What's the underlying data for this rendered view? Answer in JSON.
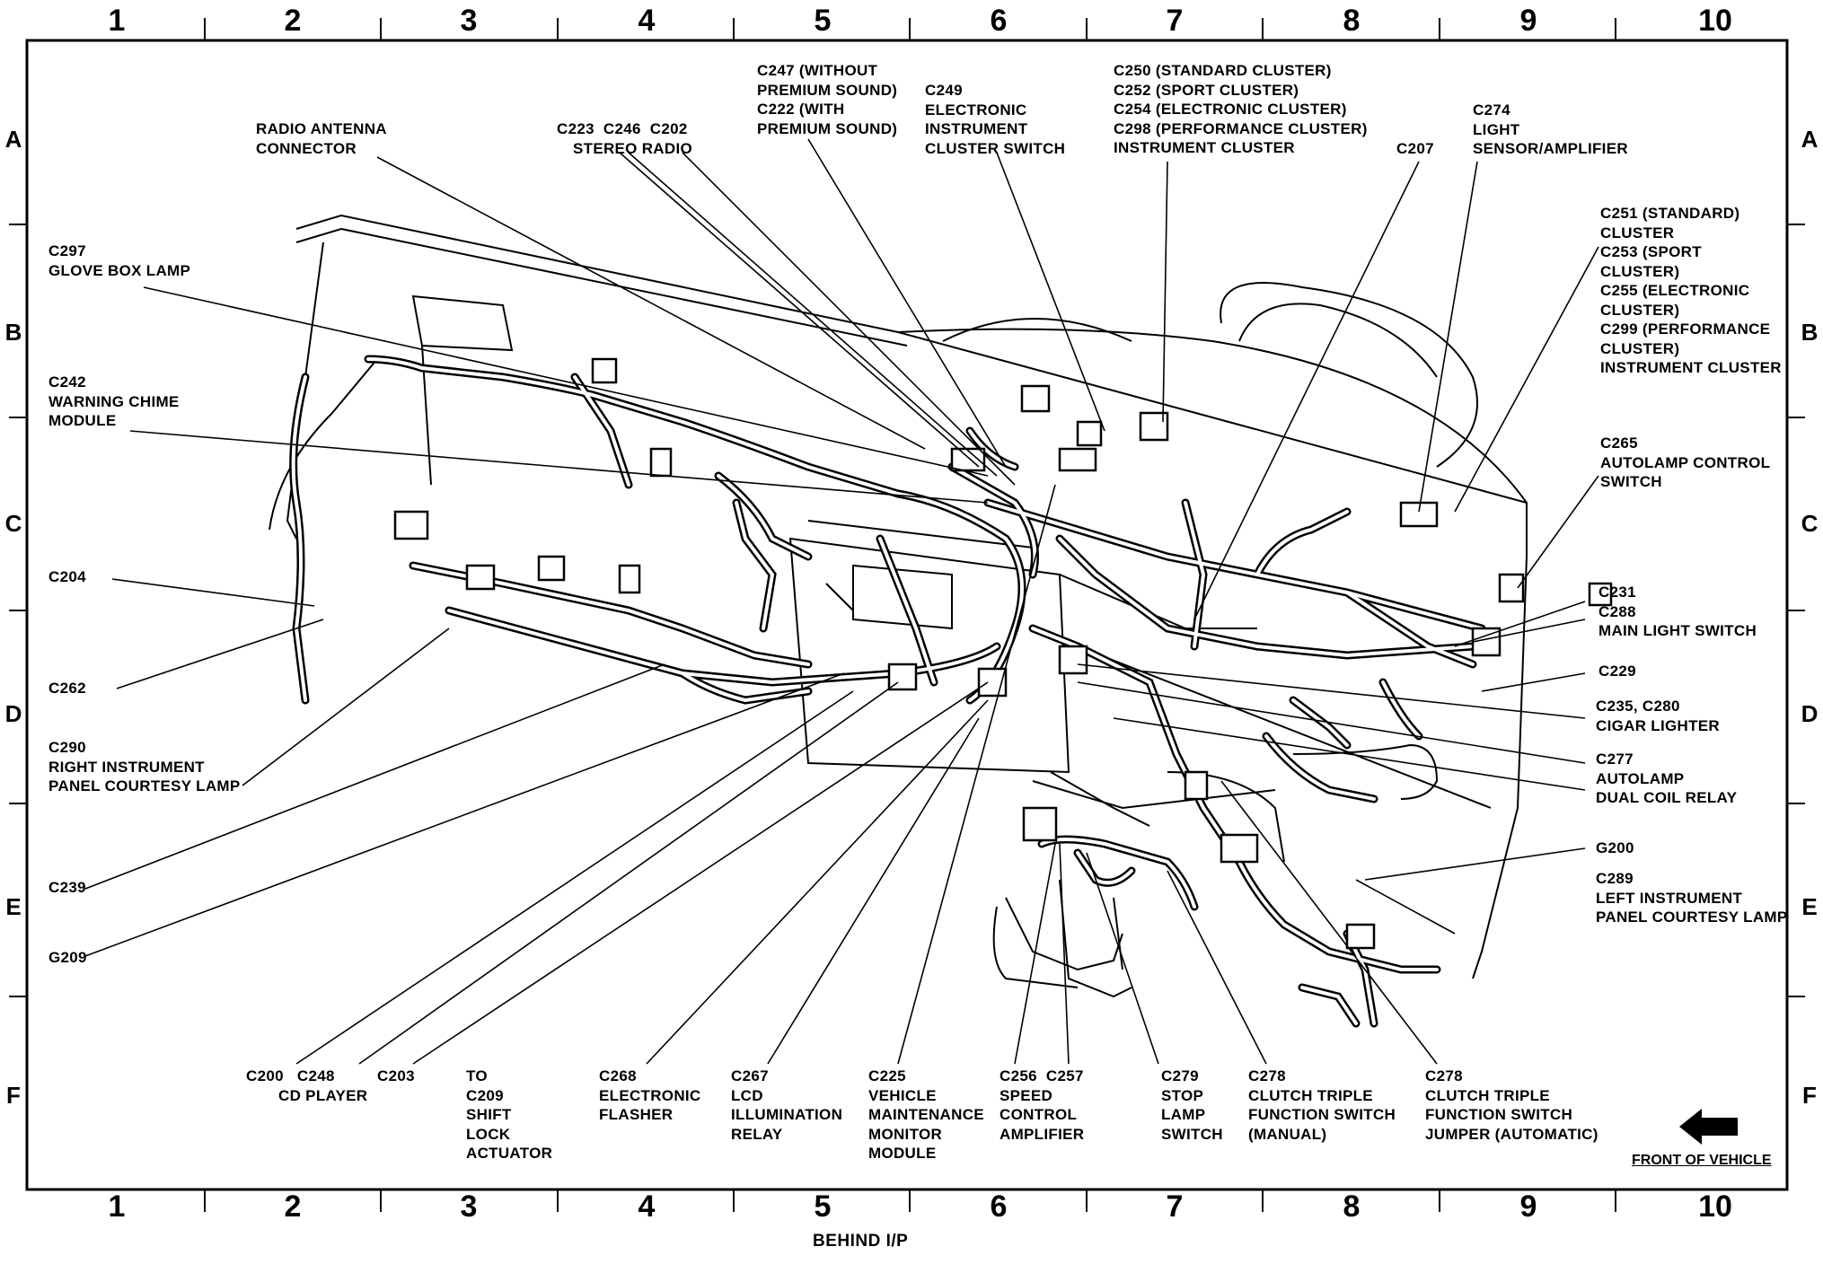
{
  "grid": {
    "columns": [
      "1",
      "2",
      "3",
      "4",
      "5",
      "6",
      "7",
      "8",
      "9",
      "10"
    ],
    "rows": [
      "A",
      "B",
      "C",
      "D",
      "E",
      "F"
    ]
  },
  "footer": "BEHIND I/P",
  "front_of_vehicle": "FRONT OF VEHICLE",
  "callouts": [
    {
      "id": "radio-antenna",
      "lines": [
        "RADIO ANTENNA",
        "CONNECTOR"
      ]
    },
    {
      "id": "c223-c246-c202",
      "lines": [
        "C223  C246  C202",
        "STEREO RADIO"
      ]
    },
    {
      "id": "c247-c222",
      "lines": [
        "C247 (WITHOUT",
        "PREMIUM SOUND)",
        "C222 (WITH",
        "PREMIUM SOUND)"
      ]
    },
    {
      "id": "c249",
      "lines": [
        "C249",
        "ELECTRONIC",
        "INSTRUMENT",
        "CLUSTER SWITCH"
      ]
    },
    {
      "id": "c250-c298",
      "lines": [
        "C250 (STANDARD CLUSTER)",
        "C252 (SPORT CLUSTER)",
        "C254 (ELECTRONIC CLUSTER)",
        "C298 (PERFORMANCE CLUSTER)",
        "INSTRUMENT CLUSTER"
      ]
    },
    {
      "id": "c207",
      "lines": [
        "C207"
      ]
    },
    {
      "id": "c274",
      "lines": [
        "C274",
        "LIGHT",
        "SENSOR/AMPLIFIER"
      ]
    },
    {
      "id": "c251-c299",
      "lines": [
        "C251 (STANDARD)",
        "CLUSTER",
        "C253 (SPORT",
        "CLUSTER)",
        "C255 (ELECTRONIC",
        "CLUSTER)",
        "C299 (PERFORMANCE",
        "CLUSTER)",
        "INSTRUMENT CLUSTER"
      ]
    },
    {
      "id": "c297",
      "lines": [
        "C297",
        "GLOVE BOX LAMP"
      ]
    },
    {
      "id": "c242",
      "lines": [
        "C242",
        "WARNING CHIME",
        "MODULE"
      ]
    },
    {
      "id": "c265",
      "lines": [
        "C265",
        "AUTOLAMP CONTROL",
        "SWITCH"
      ]
    },
    {
      "id": "c204",
      "lines": [
        "C204"
      ]
    },
    {
      "id": "c231-c288",
      "lines": [
        "C231",
        "C288",
        "MAIN LIGHT SWITCH"
      ]
    },
    {
      "id": "c262",
      "lines": [
        "C262"
      ]
    },
    {
      "id": "c229",
      "lines": [
        "C229"
      ]
    },
    {
      "id": "c235-c280",
      "lines": [
        "C235, C280",
        "CIGAR LIGHTER"
      ]
    },
    {
      "id": "c290",
      "lines": [
        "C290",
        "RIGHT INSTRUMENT",
        "PANEL COURTESY LAMP"
      ]
    },
    {
      "id": "c277",
      "lines": [
        "C277",
        "AUTOLAMP",
        "DUAL COIL RELAY"
      ]
    },
    {
      "id": "g200",
      "lines": [
        "G200"
      ]
    },
    {
      "id": "c239",
      "lines": [
        "C239"
      ]
    },
    {
      "id": "c289",
      "lines": [
        "C289",
        "LEFT INSTRUMENT",
        "PANEL COURTESY LAMP"
      ]
    },
    {
      "id": "g209",
      "lines": [
        "G209"
      ]
    },
    {
      "id": "c200-c248",
      "lines": [
        "C200   C248",
        "CD PLAYER"
      ]
    },
    {
      "id": "c203",
      "lines": [
        "C203"
      ]
    },
    {
      "id": "to-c209",
      "lines": [
        "TO",
        "C209",
        "SHIFT",
        "LOCK",
        "ACTUATOR"
      ]
    },
    {
      "id": "c268",
      "lines": [
        "C268",
        "ELECTRONIC",
        "FLASHER"
      ]
    },
    {
      "id": "c267",
      "lines": [
        "C267",
        "LCD",
        "ILLUMINATION",
        "RELAY"
      ]
    },
    {
      "id": "c225",
      "lines": [
        "C225",
        "VEHICLE",
        "MAINTENANCE",
        "MONITOR",
        "MODULE"
      ]
    },
    {
      "id": "c256-c257",
      "lines": [
        "C256  C257",
        "SPEED",
        "CONTROL",
        "AMPLIFIER"
      ]
    },
    {
      "id": "c279",
      "lines": [
        "C279",
        "STOP",
        "LAMP",
        "SWITCH"
      ]
    },
    {
      "id": "c278-manual",
      "lines": [
        "C278",
        "CLUTCH TRIPLE",
        "FUNCTION SWITCH",
        "(MANUAL)"
      ]
    },
    {
      "id": "c278-auto",
      "lines": [
        "C278",
        "CLUTCH TRIPLE",
        "FUNCTION SWITCH",
        "JUMPER (AUTOMATIC)"
      ]
    }
  ]
}
